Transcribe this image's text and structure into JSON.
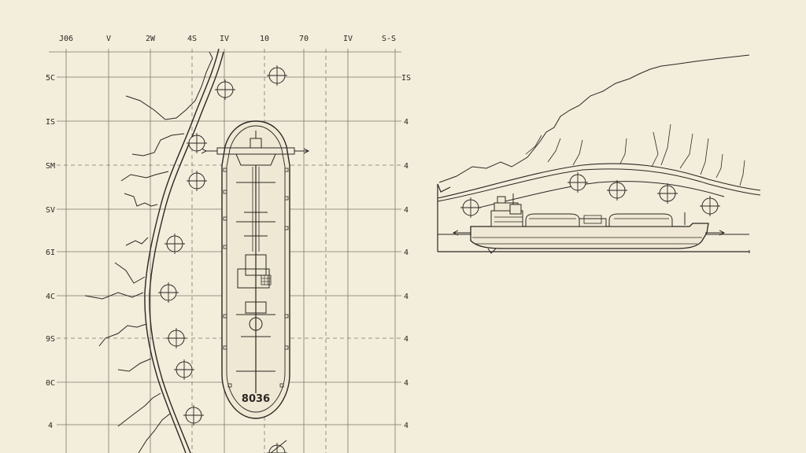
{
  "colors": {
    "paper": "#f3eddc",
    "ink": "#2b2722",
    "grid": "#7e776c"
  },
  "grid": {
    "column_labels": [
      "J06",
      "V",
      "2W",
      "4S",
      "IV",
      "10",
      "70",
      "IV",
      "S-S"
    ],
    "row_labels_left": [
      "5C",
      "IS",
      "SM",
      "SV",
      "6I",
      "4C",
      "9S",
      "0C",
      "4"
    ],
    "row_labels_right": [
      "IS",
      "4",
      "4",
      "4",
      "4",
      "4",
      "4",
      "4",
      "4"
    ]
  },
  "plan_view": {
    "hull_marking": "8036",
    "markers": [
      {
        "name": "marker-1"
      },
      {
        "name": "marker-2"
      },
      {
        "name": "marker-3"
      },
      {
        "name": "marker-4"
      },
      {
        "name": "marker-5"
      },
      {
        "name": "marker-6"
      },
      {
        "name": "marker-7"
      },
      {
        "name": "marker-8"
      },
      {
        "name": "marker-9"
      },
      {
        "name": "marker-10"
      }
    ]
  },
  "profile_view": {
    "markers": [
      {
        "name": "p-marker-1"
      },
      {
        "name": "p-marker-2"
      },
      {
        "name": "p-marker-3"
      },
      {
        "name": "p-marker-4"
      },
      {
        "name": "p-marker-5"
      }
    ]
  }
}
